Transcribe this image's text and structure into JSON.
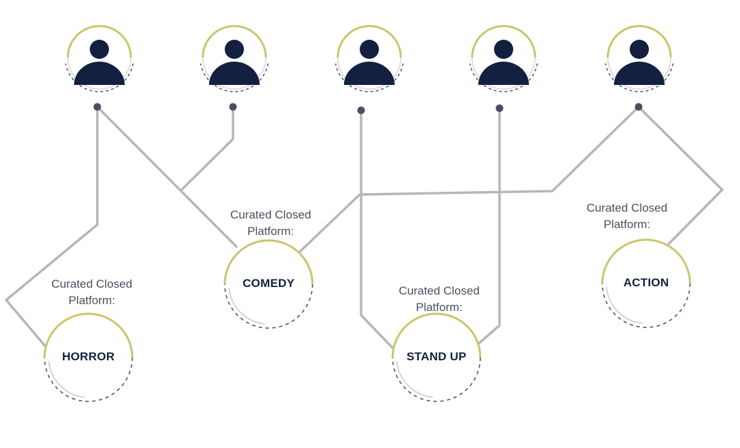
{
  "users": [
    {
      "id": "user-1",
      "icon": "user-avatar-icon"
    },
    {
      "id": "user-2",
      "icon": "user-avatar-icon"
    },
    {
      "id": "user-3",
      "icon": "user-avatar-icon"
    },
    {
      "id": "user-4",
      "icon": "user-avatar-icon"
    },
    {
      "id": "user-5",
      "icon": "user-avatar-icon"
    }
  ],
  "platforms": [
    {
      "id": "horror",
      "caption_line1": "Curated Closed",
      "caption_line2": "Platform:",
      "genre": "HORROR"
    },
    {
      "id": "comedy",
      "caption_line1": "Curated Closed",
      "caption_line2": "Platform:",
      "genre": "COMEDY"
    },
    {
      "id": "standup",
      "caption_line1": "Curated Closed",
      "caption_line2": "Platform:",
      "genre": "STAND UP"
    },
    {
      "id": "action",
      "caption_line1": "Curated Closed",
      "caption_line2": "Platform:",
      "genre": "ACTION"
    }
  ],
  "colors": {
    "accent": "#c9c56b",
    "navy": "#13203f",
    "connector": "#b5b6ba",
    "dot": "#4a4f60",
    "dash": "#4b5066"
  }
}
